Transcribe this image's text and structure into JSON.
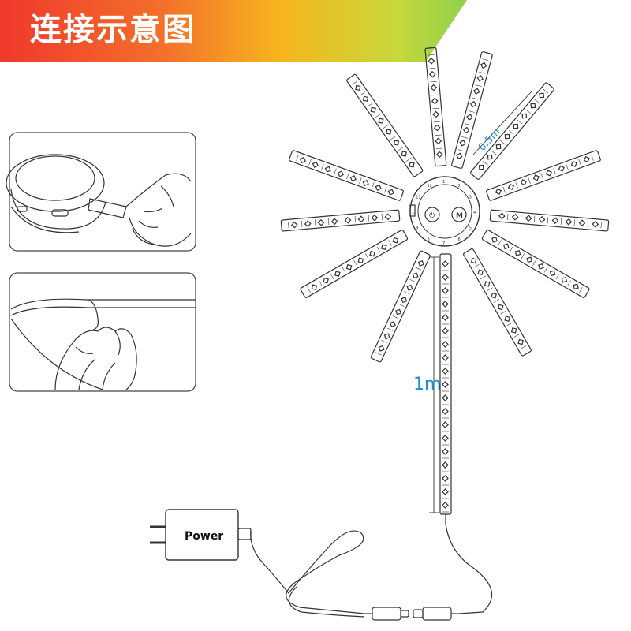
{
  "title": "连接示意图",
  "labels": {
    "short_length": "0.5m",
    "long_length": "1m",
    "power": "Power",
    "button_m": "M",
    "button_power": "⏻",
    "port_numbers": [
      "1",
      "2",
      "3",
      "4",
      "5",
      "6",
      "7",
      "8",
      "9",
      "10",
      "11",
      "12"
    ]
  },
  "colors": {
    "banner_start": "#f0382c",
    "banner_mid": "#f6a020",
    "banner_end": "#9ed84a",
    "dimension": "#1e8fd0",
    "line": "#333333"
  }
}
